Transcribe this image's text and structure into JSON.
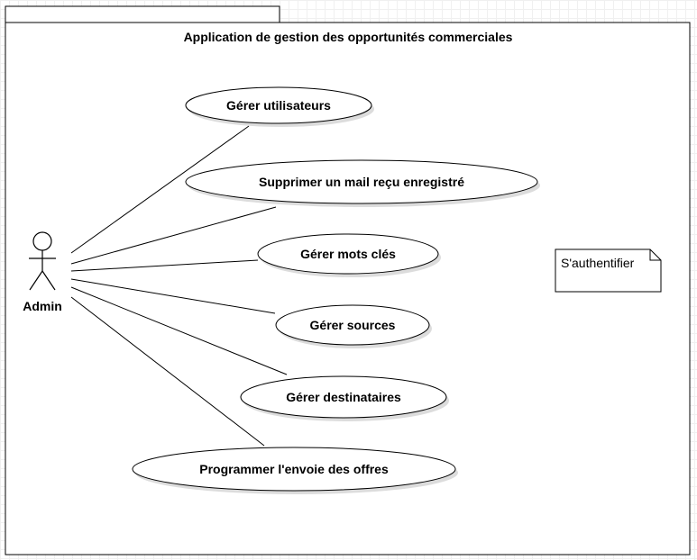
{
  "system": {
    "title": "Application de gestion des opportunités commerciales"
  },
  "actor": {
    "name": "Admin"
  },
  "use_cases": [
    {
      "label": "Gérer utilisateurs"
    },
    {
      "label": "Supprimer un mail reçu enregistré"
    },
    {
      "label": "Gérer mots clés"
    },
    {
      "label": "Gérer sources"
    },
    {
      "label": "Gérer destinataires"
    },
    {
      "label": "Programmer l'envoie des offres"
    }
  ],
  "note": {
    "text": "S'authentifier"
  },
  "colors": {
    "stroke": "#000000",
    "fill": "#ffffff",
    "shadow": "#d9d9d9",
    "grid": "#f0f0f0"
  }
}
